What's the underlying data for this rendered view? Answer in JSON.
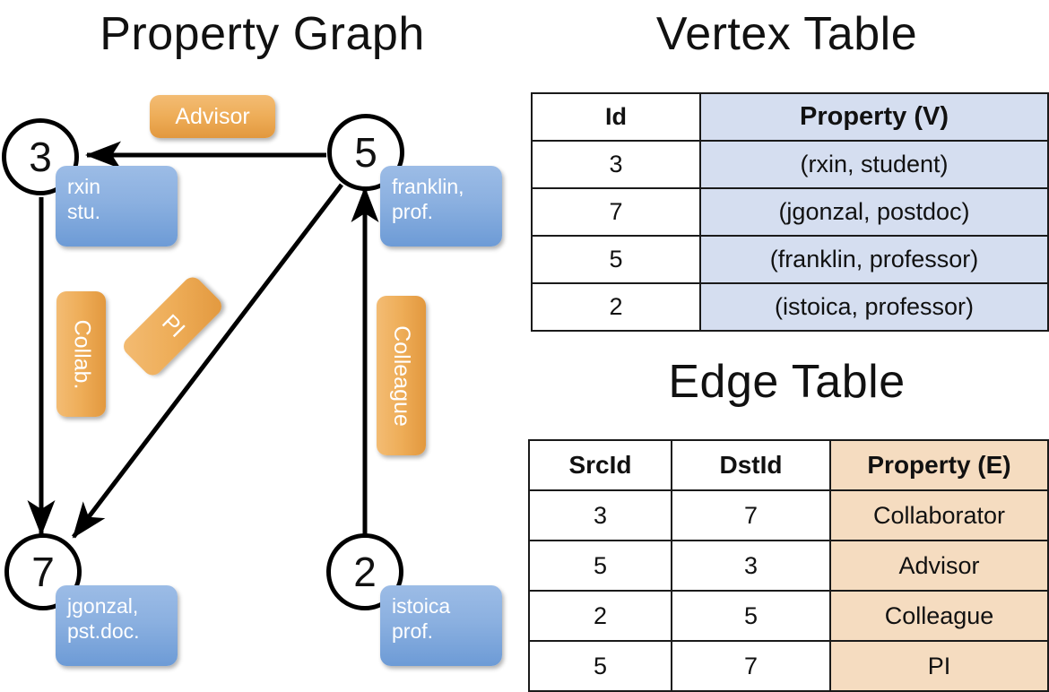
{
  "titles": {
    "property_graph": "Property Graph",
    "vertex_table": "Vertex Table",
    "edge_table": "Edge Table"
  },
  "colors": {
    "vertex_property_cell": "#d5def0",
    "edge_property_cell": "#f5dcc0",
    "vertex_box_blue": "#8bb0e0",
    "edge_label_orange": "#eead58",
    "stroke": "#000000"
  },
  "graph": {
    "nodes": [
      {
        "id": "3",
        "property_line1": "rxin",
        "property_line2": "stu."
      },
      {
        "id": "5",
        "property_line1": "franklin,",
        "property_line2": "prof."
      },
      {
        "id": "7",
        "property_line1": "jgonzal,",
        "property_line2": "pst.doc."
      },
      {
        "id": "2",
        "property_line1": "istoica",
        "property_line2": "prof."
      }
    ],
    "edges": [
      {
        "label": "Advisor",
        "src": "5",
        "dst": "3"
      },
      {
        "label": "Collab.",
        "src": "3",
        "dst": "7"
      },
      {
        "label": "PI",
        "src": "5",
        "dst": "7"
      },
      {
        "label": "Colleague",
        "src": "2",
        "dst": "5"
      }
    ]
  },
  "vertex_table": {
    "headers": [
      "Id",
      "Property (V)"
    ],
    "rows": [
      {
        "id": "3",
        "property": "(rxin, student)"
      },
      {
        "id": "7",
        "property": "(jgonzal, postdoc)"
      },
      {
        "id": "5",
        "property": "(franklin, professor)"
      },
      {
        "id": "2",
        "property": "(istoica, professor)"
      }
    ]
  },
  "edge_table": {
    "headers": [
      "SrcId",
      "DstId",
      "Property (E)"
    ],
    "rows": [
      {
        "src": "3",
        "dst": "7",
        "property": "Collaborator"
      },
      {
        "src": "5",
        "dst": "3",
        "property": "Advisor"
      },
      {
        "src": "2",
        "dst": "5",
        "property": "Colleague"
      },
      {
        "src": "5",
        "dst": "7",
        "property": "PI"
      }
    ]
  }
}
